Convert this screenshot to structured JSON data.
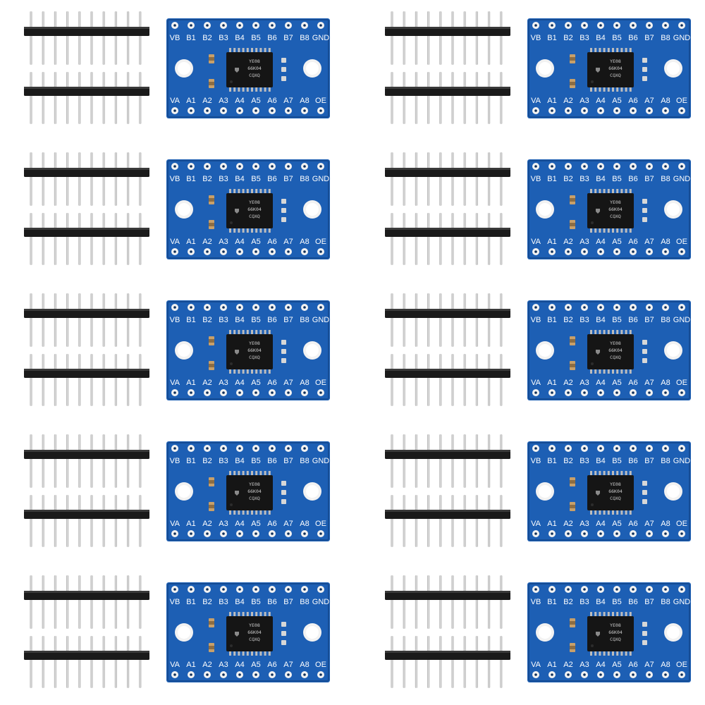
{
  "boards": [
    {
      "top_labels": [
        "VB",
        "B1",
        "B2",
        "B3",
        "B4",
        "B5",
        "B6",
        "B7",
        "B8",
        "GND"
      ],
      "bottom_labels": [
        "VA",
        "A1",
        "A2",
        "A3",
        "A4",
        "A5",
        "A6",
        "A7",
        "A8",
        "OE"
      ],
      "chip_text": [
        "YE08",
        "66K04",
        "CQXQ"
      ]
    },
    {
      "top_labels": [
        "VB",
        "B1",
        "B2",
        "B3",
        "B4",
        "B5",
        "B6",
        "B7",
        "B8",
        "GND"
      ],
      "bottom_labels": [
        "VA",
        "A1",
        "A2",
        "A3",
        "A4",
        "A5",
        "A6",
        "A7",
        "A8",
        "OE"
      ],
      "chip_text": [
        "YE08",
        "66K04",
        "CQXQ"
      ]
    },
    {
      "top_labels": [
        "VB",
        "B1",
        "B2",
        "B3",
        "B4",
        "B5",
        "B6",
        "B7",
        "B8",
        "GND"
      ],
      "bottom_labels": [
        "VA",
        "A1",
        "A2",
        "A3",
        "A4",
        "A5",
        "A6",
        "A7",
        "A8",
        "OE"
      ],
      "chip_text": [
        "YE08",
        "66K04",
        "CQXQ"
      ]
    },
    {
      "top_labels": [
        "VB",
        "B1",
        "B2",
        "B3",
        "B4",
        "B5",
        "B6",
        "B7",
        "B8",
        "GND"
      ],
      "bottom_labels": [
        "VA",
        "A1",
        "A2",
        "A3",
        "A4",
        "A5",
        "A6",
        "A7",
        "A8",
        "OE"
      ],
      "chip_text": [
        "YE08",
        "66K04",
        "CQXQ"
      ]
    },
    {
      "top_labels": [
        "VB",
        "B1",
        "B2",
        "B3",
        "B4",
        "B5",
        "B6",
        "B7",
        "B8",
        "GND"
      ],
      "bottom_labels": [
        "VA",
        "A1",
        "A2",
        "A3",
        "A4",
        "A5",
        "A6",
        "A7",
        "A8",
        "OE"
      ],
      "chip_text": [
        "YE08",
        "66K04",
        "CQXQ"
      ]
    },
    {
      "top_labels": [
        "VB",
        "B1",
        "B2",
        "B3",
        "B4",
        "B5",
        "B6",
        "B7",
        "B8",
        "GND"
      ],
      "bottom_labels": [
        "VA",
        "A1",
        "A2",
        "A3",
        "A4",
        "A5",
        "A6",
        "A7",
        "A8",
        "OE"
      ],
      "chip_text": [
        "YE08",
        "66K04",
        "CQXQ"
      ]
    },
    {
      "top_labels": [
        "VB",
        "B1",
        "B2",
        "B3",
        "B4",
        "B5",
        "B6",
        "B7",
        "B8",
        "GND"
      ],
      "bottom_labels": [
        "VA",
        "A1",
        "A2",
        "A3",
        "A4",
        "A5",
        "A6",
        "A7",
        "A8",
        "OE"
      ],
      "chip_text": [
        "YE08",
        "66K04",
        "CQXQ"
      ]
    },
    {
      "top_labels": [
        "VB",
        "B1",
        "B2",
        "B3",
        "B4",
        "B5",
        "B6",
        "B7",
        "B8",
        "GND"
      ],
      "bottom_labels": [
        "VA",
        "A1",
        "A2",
        "A3",
        "A4",
        "A5",
        "A6",
        "A7",
        "A8",
        "OE"
      ],
      "chip_text": [
        "YE08",
        "66K04",
        "CQXQ"
      ]
    },
    {
      "top_labels": [
        "VB",
        "B1",
        "B2",
        "B3",
        "B4",
        "B5",
        "B6",
        "B7",
        "B8",
        "GND"
      ],
      "bottom_labels": [
        "VA",
        "A1",
        "A2",
        "A3",
        "A4",
        "A5",
        "A6",
        "A7",
        "A8",
        "OE"
      ],
      "chip_text": [
        "YE08",
        "66K04",
        "CQXQ"
      ]
    },
    {
      "top_labels": [
        "VB",
        "B1",
        "B2",
        "B3",
        "B4",
        "B5",
        "B6",
        "B7",
        "B8",
        "GND"
      ],
      "bottom_labels": [
        "VA",
        "A1",
        "A2",
        "A3",
        "A4",
        "A5",
        "A6",
        "A7",
        "A8",
        "OE"
      ],
      "chip_text": [
        "YE08",
        "66K04",
        "CQXQ"
      ]
    }
  ],
  "colors": {
    "board_blue": "#1d5fb4",
    "board_blue_dark": "#164d95",
    "pad_white": "#f2f2f2",
    "hole_dark": "#0e2f5a",
    "chip_black": "#151515",
    "header_black": "#1a1a1a",
    "pin_metal": "#b9b9b9",
    "smd_component": "#c8a06a",
    "background": "#ffffff"
  }
}
